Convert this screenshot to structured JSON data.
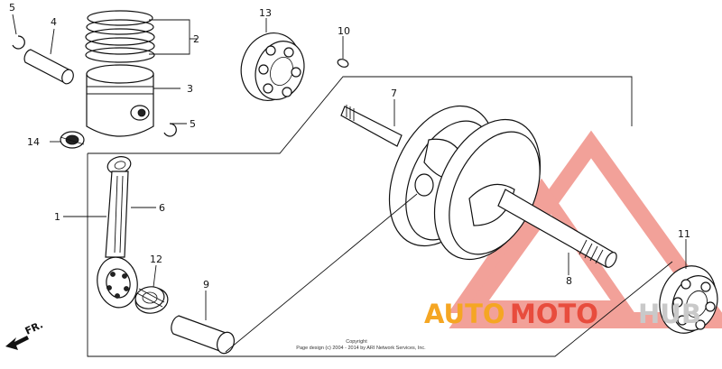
{
  "callouts": {
    "c1": "1",
    "c2": "2",
    "c3": "3",
    "c4": "4",
    "c5a": "5",
    "c5b": "5",
    "c6": "6",
    "c7": "7",
    "c8": "8",
    "c9": "9",
    "c10": "10",
    "c11": "11",
    "c12": "12",
    "c13": "13",
    "c14": "14"
  },
  "direction_label": "FR.",
  "copyright": {
    "line1": "Copyright",
    "line2": "Page design (c) 2004 - 2014 by ARI Network Services, Inc."
  },
  "watermark": {
    "part1": "AUTO",
    "part2": "MOTO",
    "part3": "HUB",
    "color_primary": "#f5a623",
    "color_secondary": "#e84c3d",
    "color_muted": "#c9c9c9",
    "triangle_color": "#f08a80"
  }
}
